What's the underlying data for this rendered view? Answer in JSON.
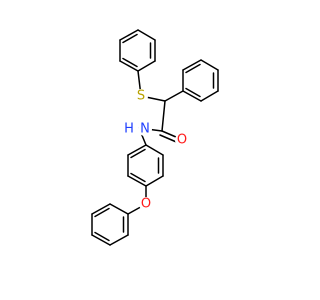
{
  "atoms": {
    "sulfur": {
      "symbol": "S",
      "color": "#b8a200"
    },
    "nitrogen": {
      "symbol": "N",
      "color": "#2040ff"
    },
    "amide_hydrogen": {
      "symbol": "H",
      "color": "#2040ff"
    },
    "carbonyl_oxygen": {
      "symbol": "O",
      "color": "#ff1a1a"
    },
    "ether_oxygen": {
      "symbol": "O",
      "color": "#ff1a1a"
    }
  },
  "bond_color": "#000000"
}
